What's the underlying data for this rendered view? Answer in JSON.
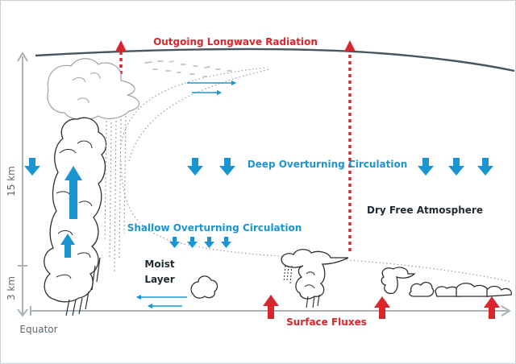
{
  "labels": {
    "outgoing_radiation": "Outgoing Longwave Radiation",
    "deep_circulation": "Deep Overturning Circulation",
    "shallow_circulation": "Shallow Overturning Circulation",
    "dry_atmosphere": "Dry Free Atmosphere",
    "moist_layer_line1": "Moist",
    "moist_layer_line2": "Layer",
    "surface_fluxes": "Surface Fluxes",
    "equator": "Equator",
    "height_15km": "15 km",
    "height_3km": "3 km"
  },
  "colors": {
    "heat_red": "#d9262c",
    "circulation_blue": "#1b95d1",
    "outline": "#2a2f33",
    "axis_gray": "#a9b2b7"
  }
}
